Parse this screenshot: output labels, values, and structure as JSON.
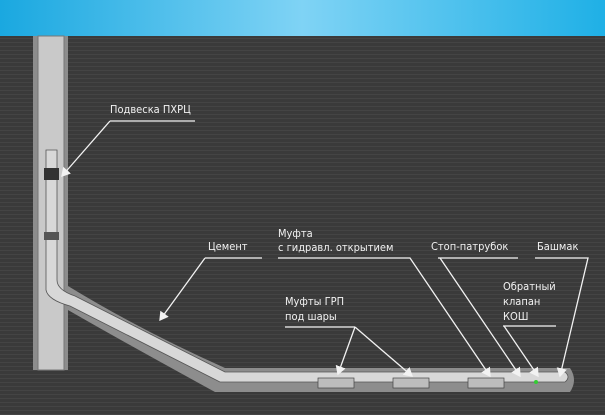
{
  "labels": {
    "hanger": "Подвеска ПХРЦ",
    "cement": "Цемент",
    "hydraulic_sleeve_1": "Муфта",
    "hydraulic_sleeve_2": "с гидравл. открытием",
    "stop_sub": "Стоп-патрубок",
    "shoe": "Башмак",
    "check_valve_1": "Обратный",
    "check_valve_2": "клапан",
    "check_valve_3": "КОШ",
    "frac_sleeves_1": "Муфты ГРП",
    "frac_sleeves_2": "под шары"
  },
  "colors": {
    "sky": "#2fb6e8",
    "ground": "#3b3b3b",
    "cement": "#9a9a9a",
    "pipe": "#c8c8c8",
    "label": "#f2f2f2"
  }
}
